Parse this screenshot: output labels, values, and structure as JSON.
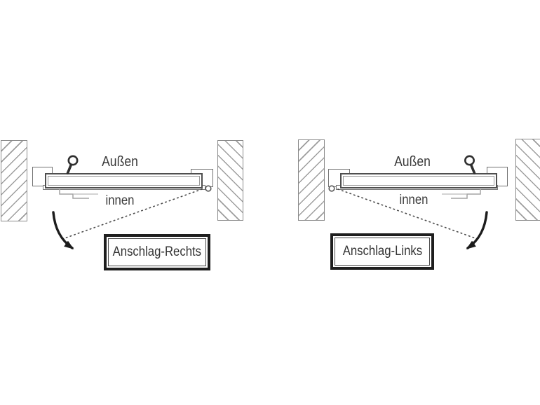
{
  "panels": [
    {
      "outside_label": "Außen",
      "inside_label": "innen",
      "caption": "Anschlag-Rechts"
    },
    {
      "outside_label": "Außen",
      "inside_label": "innen",
      "caption": "Anschlag-Links"
    }
  ],
  "colors": {
    "background": "#ffffff",
    "dark_line": "#2f2f2f",
    "mid_line": "#707070",
    "hatch_line": "#9d9d9d",
    "caption_border": "#1f1f1f",
    "text": "#3a3a3a"
  },
  "icons": {
    "handle": "door-handle-icon",
    "pivot": "hinge-pivot-icon",
    "arrow": "swing-direction-arrow-icon",
    "swing_path": "door-swing-dotted-line",
    "bracket": "hinge-bracket-icon"
  }
}
